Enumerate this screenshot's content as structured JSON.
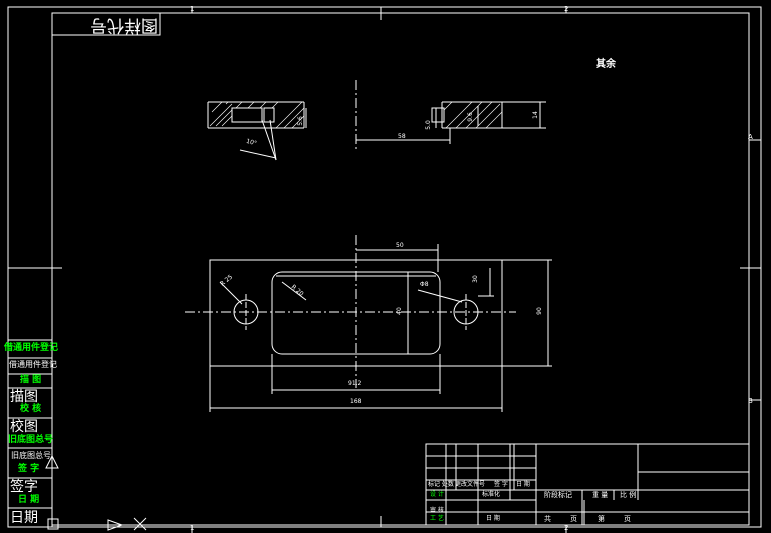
{
  "drawing": {
    "title_block_mirrored": "图样代号",
    "surface_finish_note": "其余",
    "zone_numbers": [
      "1",
      "2"
    ],
    "zone_letters": [
      "A",
      "B"
    ]
  },
  "side_table": {
    "rows": [
      {
        "text": "借通用件登记",
        "color": "#00ff00"
      },
      {
        "text": "借通用件登记",
        "color": "#ffffff"
      },
      {
        "text": "描 图",
        "color": "#00ff00"
      },
      {
        "text": "描图",
        "color": "#ffffff"
      },
      {
        "text": "校 核",
        "color": "#00ff00"
      },
      {
        "text": "校图",
        "color": "#ffffff"
      },
      {
        "text": "旧底图总号",
        "color": "#00ff00"
      },
      {
        "text": "旧底图总号",
        "color": "#ffffff"
      },
      {
        "text": "签 字",
        "color": "#00ff00"
      },
      {
        "text": "签字",
        "color": "#ffffff"
      },
      {
        "text": "日 期",
        "color": "#00ff00"
      },
      {
        "text": "日期",
        "color": "#ffffff"
      }
    ]
  },
  "dimensions": {
    "top_view": {
      "angle": "10°",
      "d1": "5.6",
      "d2": "5.0",
      "d3": "9.6",
      "thickness": "14",
      "width": "58"
    },
    "front_view": {
      "slot_width": "50",
      "hole_offset": "30",
      "height": "90",
      "inner_height": "40",
      "slot_length": "91.2",
      "total_length": "168",
      "radius_left": "R 25",
      "radius_corner": "R 20",
      "hole_dia": "Φ8"
    }
  },
  "title_block": {
    "labels": {
      "mark_count": "标记 处数",
      "change_doc": "更改文件号",
      "sign": "签 字",
      "date": "日 期",
      "design": "设 计",
      "standardize": "标准化",
      "stage_mark": "阶段标记",
      "weight": "重 量",
      "scale": "比 例",
      "review": "审 核",
      "process": "工 艺",
      "date2": "日 期",
      "total": "共",
      "sheet": "页",
      "page_no": "第",
      "sheet2": "页"
    }
  }
}
